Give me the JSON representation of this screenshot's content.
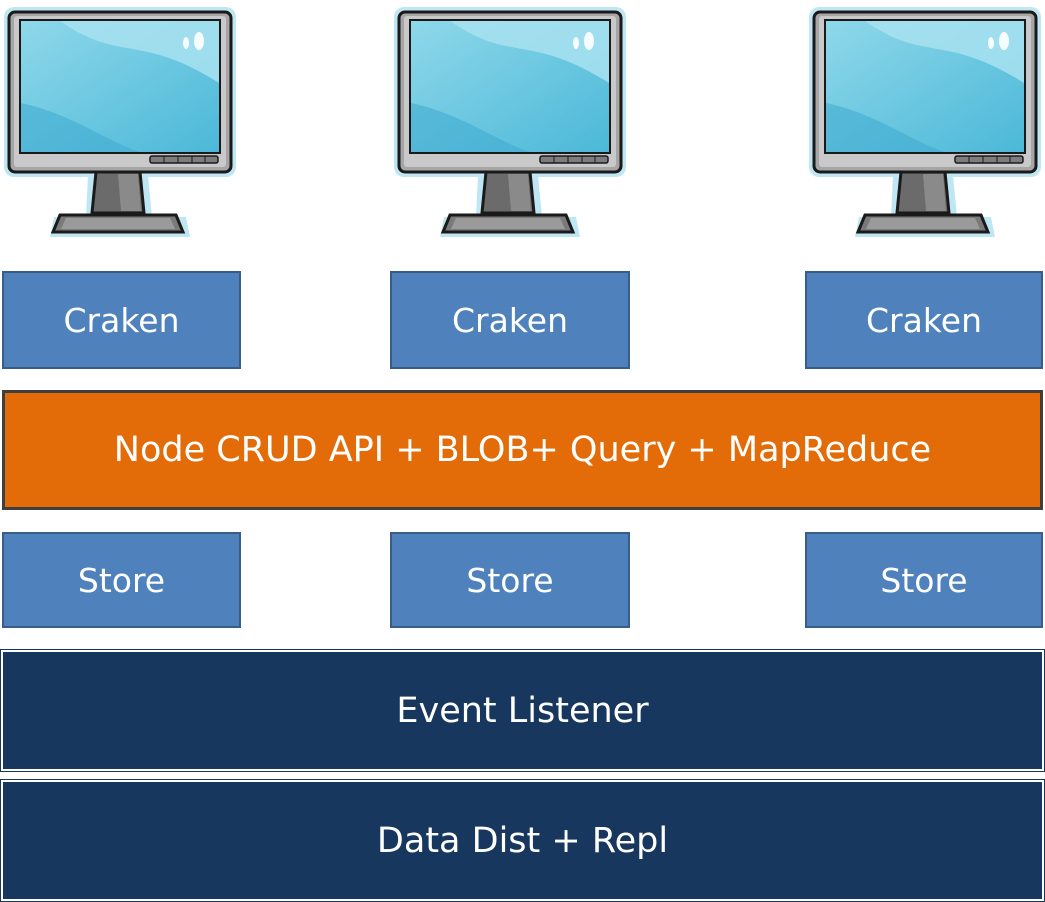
{
  "clients": [
    {
      "node_label": "Craken",
      "store_label": "Store"
    },
    {
      "node_label": "Craken",
      "store_label": "Store"
    },
    {
      "node_label": "Craken",
      "store_label": "Store"
    }
  ],
  "api_layer": {
    "label": "Node CRUD API + BLOB+ Query + MapReduce"
  },
  "event_layer": {
    "label": "Event Listener"
  },
  "dist_layer": {
    "label": "Data Dist + Repl"
  },
  "colors": {
    "node_box": "#4f81bd",
    "api_box": "#e36c09",
    "infra_box": "#17375e",
    "monitor_screen": "#6cc5de"
  },
  "icons": [
    "monitor-icon",
    "monitor-icon",
    "monitor-icon"
  ]
}
